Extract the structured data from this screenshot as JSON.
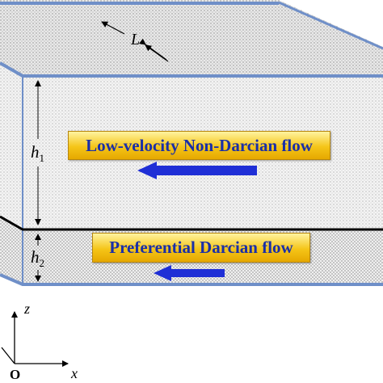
{
  "labels": {
    "upper_flow": "Low-velocity Non-Darcian flow",
    "lower_flow": "Preferential Darcian flow",
    "length": "L",
    "h1_base": "h",
    "h1_sub": "1",
    "h2_base": "h",
    "h2_sub": "2"
  },
  "axes": {
    "z": "z",
    "x": "x",
    "origin": "O"
  },
  "colors": {
    "box_edge": "#6f8fc8",
    "arrow": "#1f2fd6",
    "label_text": "#1a2fa8",
    "label_fill": "#f5c518",
    "interface_line": "#000000"
  }
}
